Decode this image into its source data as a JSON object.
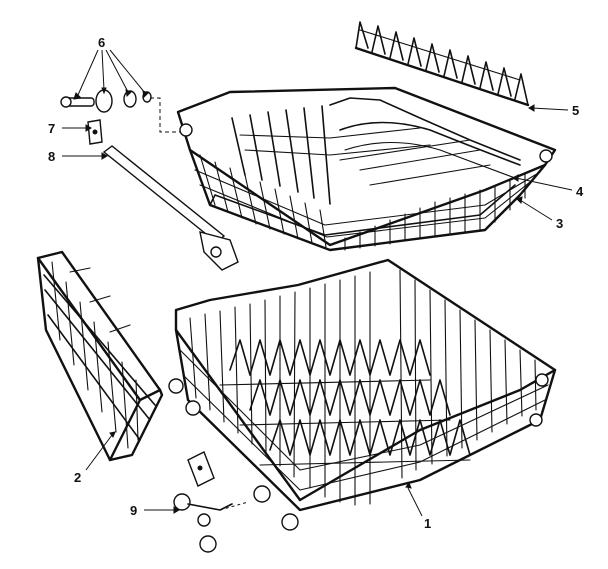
{
  "diagram": {
    "colors": {
      "ink": "#111111",
      "background": "#ffffff"
    },
    "callouts": [
      {
        "id": "1",
        "label": "1"
      },
      {
        "id": "2",
        "label": "2"
      },
      {
        "id": "3",
        "label": "3"
      },
      {
        "id": "4",
        "label": "4"
      },
      {
        "id": "5",
        "label": "5"
      },
      {
        "id": "6",
        "label": "6"
      },
      {
        "id": "7",
        "label": "7"
      },
      {
        "id": "8",
        "label": "8"
      },
      {
        "id": "9",
        "label": "9"
      }
    ]
  }
}
